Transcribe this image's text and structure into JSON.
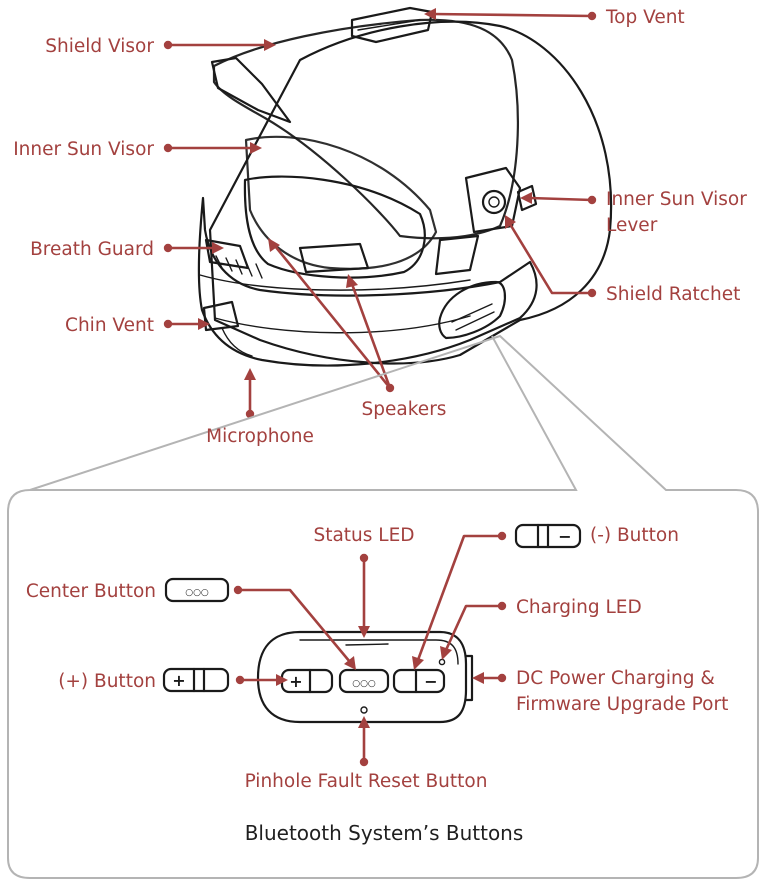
{
  "helmet_labels": {
    "top_vent": "Top Vent",
    "shield_visor": "Shield Visor",
    "inner_sun_visor": "Inner Sun Visor",
    "inner_sun_visor_lever_1": "Inner Sun Visor",
    "inner_sun_visor_lever_2": "Lever",
    "breath_guard": "Breath Guard",
    "shield_ratchet": "Shield Ratchet",
    "chin_vent": "Chin Vent",
    "speakers": "Speakers",
    "microphone": "Microphone"
  },
  "bluetooth_labels": {
    "status_led": "Status LED",
    "minus_button": "(-) Button",
    "center_button": "Center Button",
    "charging_led": "Charging LED",
    "plus_button": "(+) Button",
    "dc_power_1": "DC Power Charging &",
    "dc_power_2": "Firmware Upgrade Port",
    "pinhole_reset": "Pinhole Fault Reset Button"
  },
  "button_glyphs": {
    "plus": "+",
    "minus": "−",
    "center_dots": "○○○"
  },
  "panel_title": "Bluetooth System’s Buttons",
  "colors": {
    "label": "#a3413f",
    "outline": "#1a1a1a",
    "panel_border": "#b4b4b4",
    "title": "#1f1f1f"
  }
}
